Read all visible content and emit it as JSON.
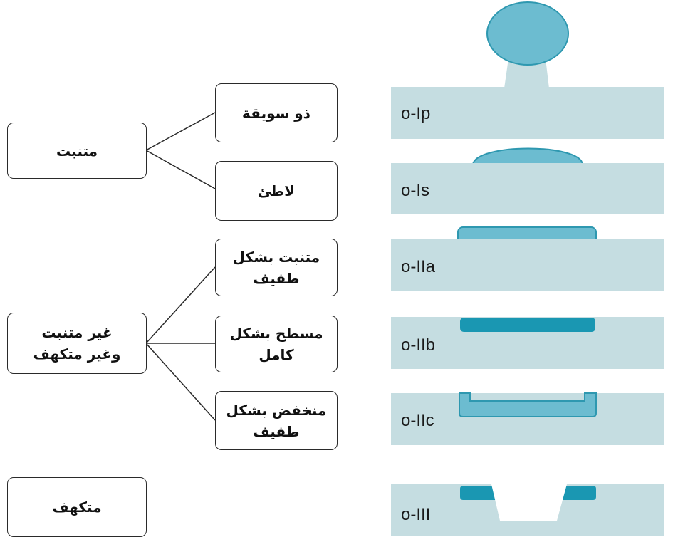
{
  "categories": {
    "pedunculated_sessile": "متنبت",
    "non_protruding": "غير متنبت\nوغير متكهف",
    "excavated": "متكهف"
  },
  "subtypes": {
    "pedunculated": "ذو سويقة",
    "sessile": "لاطئ",
    "slightly_elevated": "متنبت بشكل\nطفيف",
    "completely_flat": "مسطح بشكل\nكامل",
    "slightly_depressed": "منخفض بشكل\nطفيف"
  },
  "type_labels": [
    "o-Ip",
    "o-Is",
    "o-IIa",
    "o-IIb",
    "o-IIc",
    "o-III"
  ],
  "colors": {
    "mucosa": "#c5dde1",
    "lesion": "#6cbcd0",
    "lesion_dark": "#1a97b2",
    "lesion_stroke": "#2e98b0",
    "connector": "#2a2a2a"
  }
}
